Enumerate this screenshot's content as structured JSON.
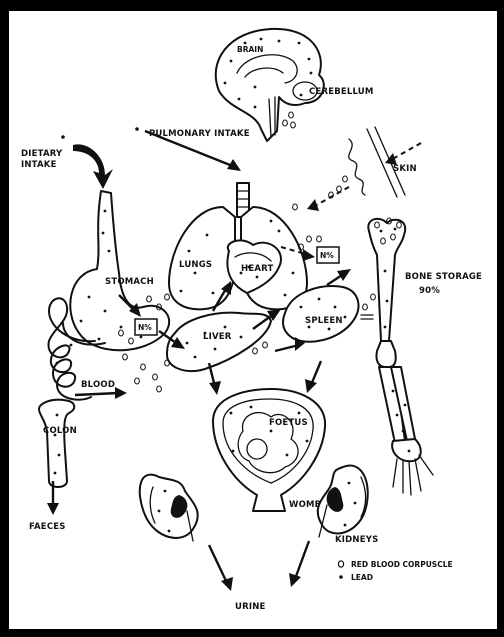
{
  "labels": {
    "brain": "BRAIN",
    "cerebellum": "CEREBELLUM",
    "pulmonary_intake": "PULMONARY INTAKE",
    "dietary_intake_line1": "DIETARY",
    "dietary_intake_line2": "INTAKE",
    "skin": "SKIN",
    "lungs": "LUNGS",
    "heart": "HEART",
    "stomach": "STOMACH",
    "liver": "LIVER",
    "spleen": "SPLEEN",
    "bone_storage_line1": "BONE STORAGE",
    "bone_storage_line2": "90%",
    "blood": "BLOOD",
    "colon": "COLON",
    "foetus": "FOETUS",
    "womb": "WOMB",
    "kidneys": "KIDNEYS",
    "faeces": "FAECES",
    "urine": "URINE",
    "box_percent_1": "N%",
    "box_percent_2": "N%"
  },
  "legend": {
    "red_blood_corpuscle": "RED BLOOD CORPUSCLE",
    "lead": "LEAD"
  }
}
